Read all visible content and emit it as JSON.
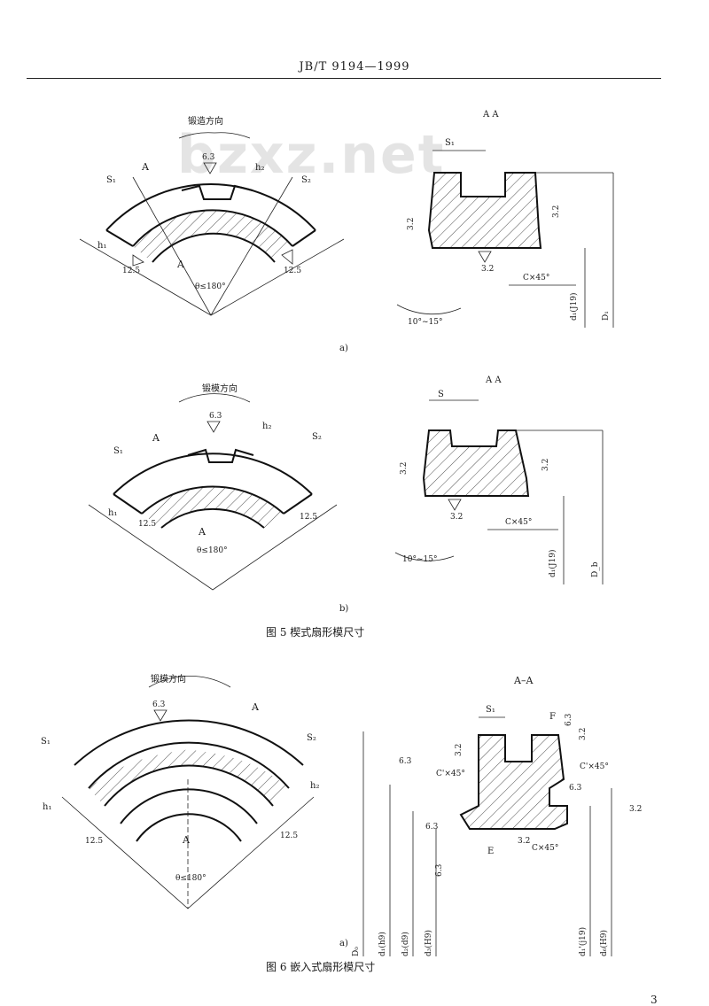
{
  "header": {
    "code": "JB/T 9194—1999"
  },
  "watermark": "bzxz.net",
  "figure5": {
    "a": {
      "direction": "锻造方向",
      "section_title": "A A",
      "angle_note": "θ≤180°",
      "sub_label": "a)",
      "roughness": {
        "top": "6.3",
        "left_low": "12.5",
        "right_low": "12.5",
        "sec_left": "3.2",
        "sec_right": "3.2",
        "sec_bottom": "3.2"
      },
      "dims": {
        "s1": "S₁",
        "s2": "S₂",
        "h1": "h₁",
        "h2": "h₂",
        "marker": "A",
        "chamfer": "C×45°",
        "draft": "10°~15°",
        "d1": "d₁(J19)",
        "D1": "D₁"
      }
    },
    "b": {
      "direction": "锻模方向",
      "section_title": "A A",
      "angle_note": "θ≤180°",
      "sub_label": "b)",
      "roughness": {
        "top": "6.3",
        "left_low": "12.5",
        "right_low": "12.5",
        "sec_left": "3.2",
        "sec_right": "3.2",
        "sec_bottom": "3.2"
      },
      "dims": {
        "s1": "S₁",
        "s2": "S₂",
        "s": "S",
        "h1": "h₁",
        "h2": "h₂",
        "marker": "A",
        "chamfer": "C×45°",
        "draft": "10°~15°",
        "d1": "d₁(J19)",
        "Db": "D_b"
      }
    },
    "caption": "图 5   楔式扇形模尺寸"
  },
  "figure6": {
    "a": {
      "direction": "锻模方向",
      "section_title": "A–A",
      "angle_note": "θ≤180°",
      "sub_label": "a)",
      "roughness": {
        "top": "6.3",
        "left_low": "12.5",
        "right_low": "12.5",
        "r1": "6.3",
        "r2": "3.2",
        "r3": "3.2",
        "r4": "6.3",
        "r5": "6.3",
        "r6": "3.2",
        "r7": "6.3",
        "r8": "6.3",
        "r9": "3.2"
      },
      "dims": {
        "s1": "S₁",
        "s2": "S₂",
        "h1": "h₁",
        "h2": "h₂",
        "marker": "A",
        "F": "F",
        "E": "E",
        "c1": "C'×45°",
        "c2": "C'×45°",
        "c3": "C×45°",
        "D0": "D₀",
        "d1": "d₁(h9)",
        "d2": "d₂(d9)",
        "d3": "d₃(H9)",
        "d4": "d₁'(j19)",
        "d5": "d₆(H9)"
      }
    },
    "caption": "图 6   嵌入式扇形模尺寸"
  },
  "page_number": "3"
}
